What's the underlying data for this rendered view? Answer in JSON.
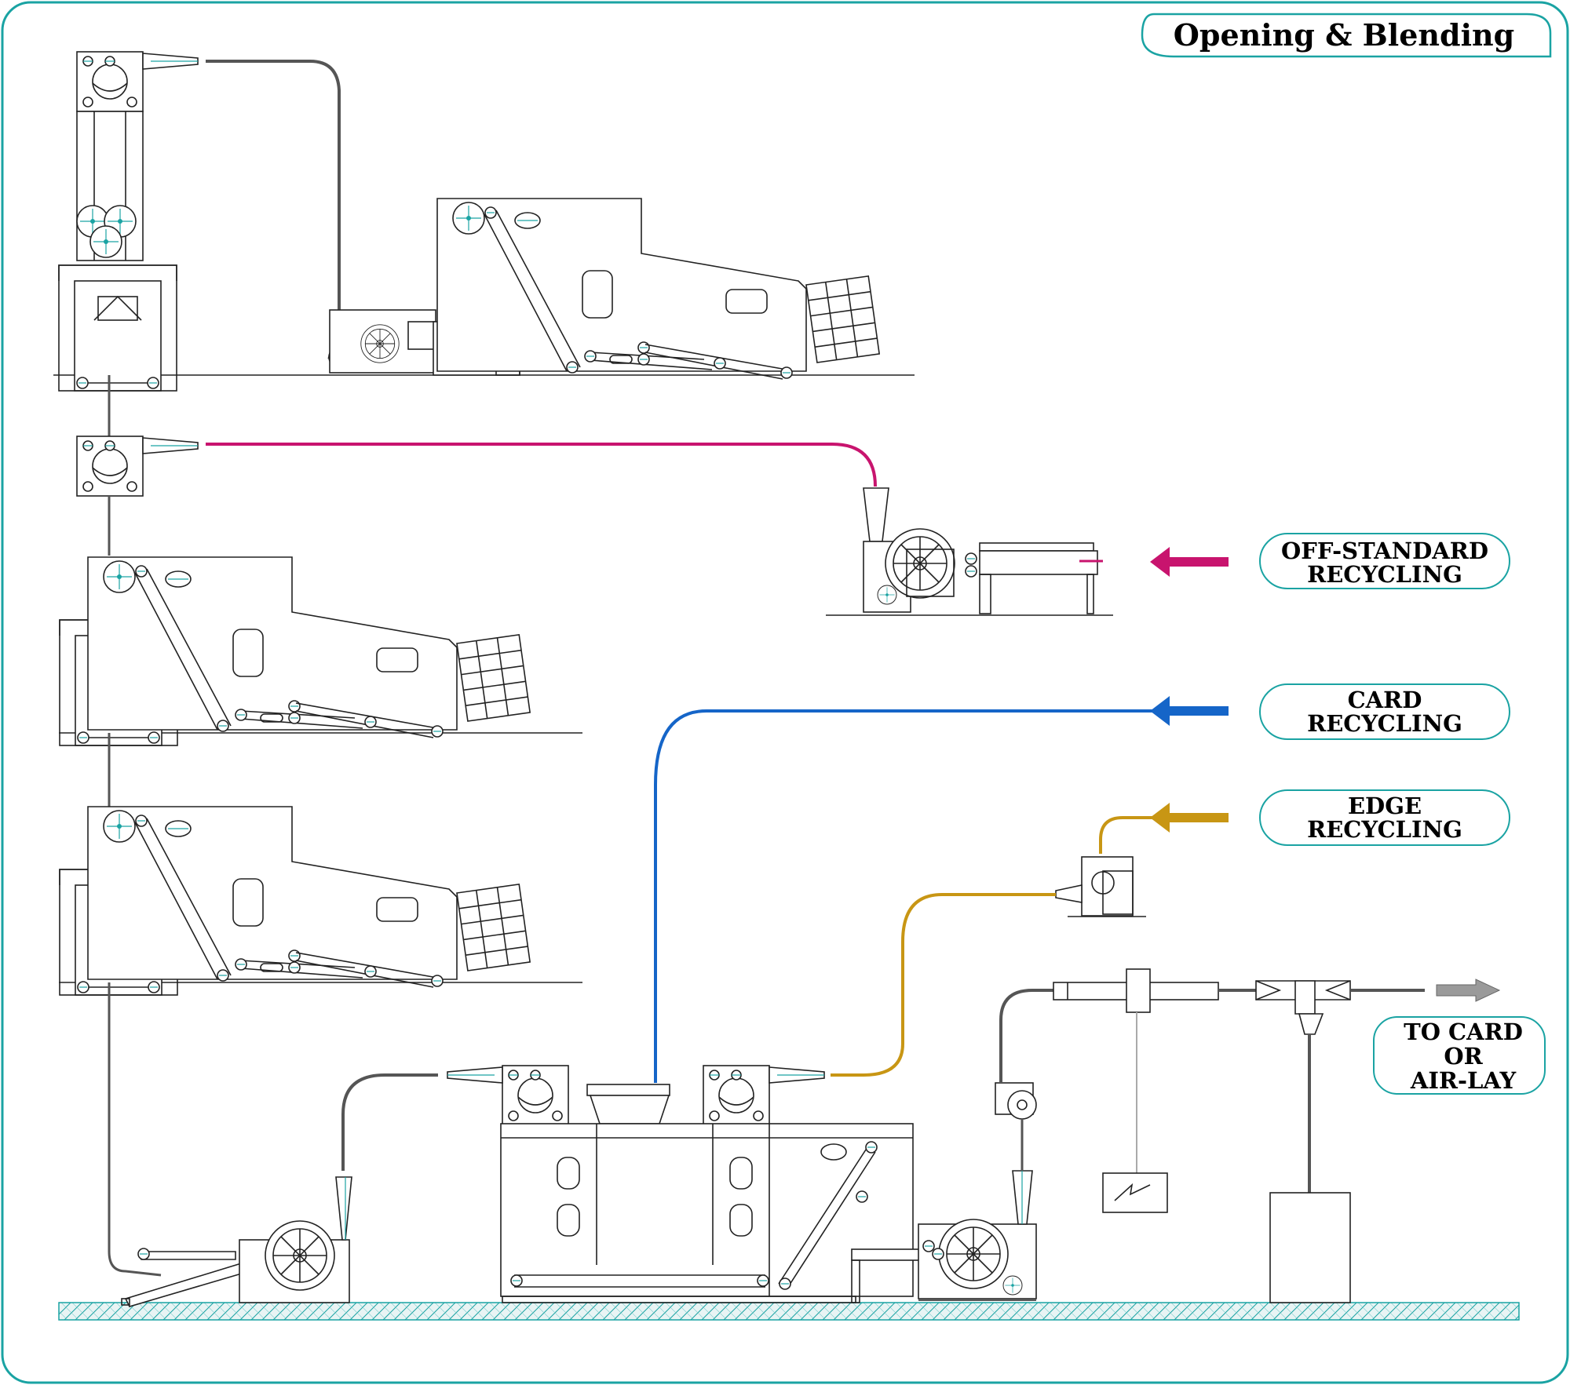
{
  "title": "Opening & Blending",
  "labels": {
    "off_standard_line1": "OFF-STANDARD",
    "off_standard_line2": "RECYCLING",
    "card_line1": "CARD",
    "card_line2": "RECYCLING",
    "edge_line1": "EDGE",
    "edge_line2": "RECYCLING",
    "to_card_line1": "TO CARD",
    "to_card_line2": "OR",
    "to_card_line3": "AIR-LAY"
  },
  "colors": {
    "frame": "#1aa3a3",
    "off_standard": "#c8146e",
    "card": "#1565c8",
    "edge": "#c89614",
    "duct": "#555555",
    "output_arrow": "#9a9a9a"
  }
}
